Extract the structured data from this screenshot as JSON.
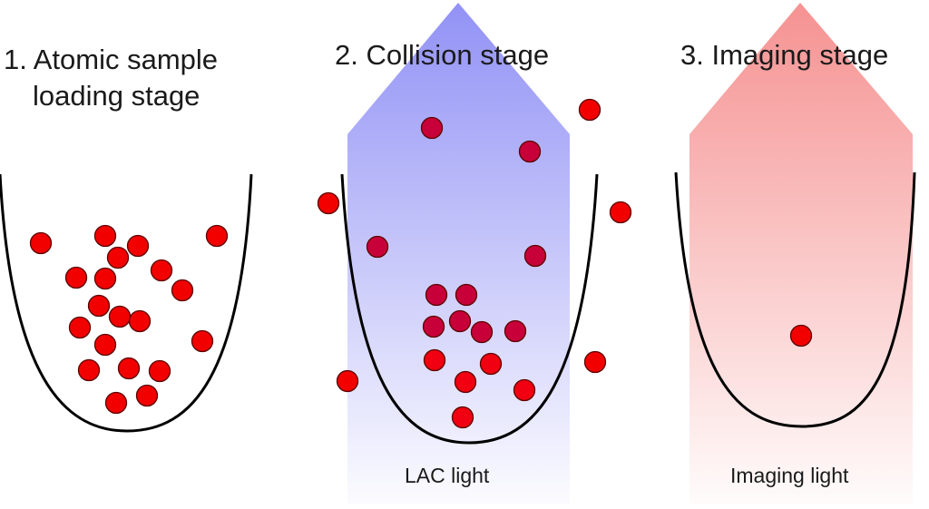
{
  "stages": [
    {
      "title_lines": [
        "1. Atomic sample",
        "loading stage"
      ],
      "beam": null,
      "atom_fill": "#f20000"
    },
    {
      "title_lines": [
        "2. Collision stage"
      ],
      "beam": {
        "label": "LAC light",
        "color": "#8c8cf5"
      },
      "atom_fill": "#f20000",
      "atom_fill_in_beam": "#c8003a"
    },
    {
      "title_lines": [
        "3. Imaging stage"
      ],
      "beam": {
        "label": "Imaging light",
        "color": "#f58c8c"
      },
      "atom_fill": "#f20000"
    }
  ],
  "colors": {
    "trap_curve": "#000000",
    "atom_stroke": "#5a0000",
    "text": "#1a1a1a"
  }
}
